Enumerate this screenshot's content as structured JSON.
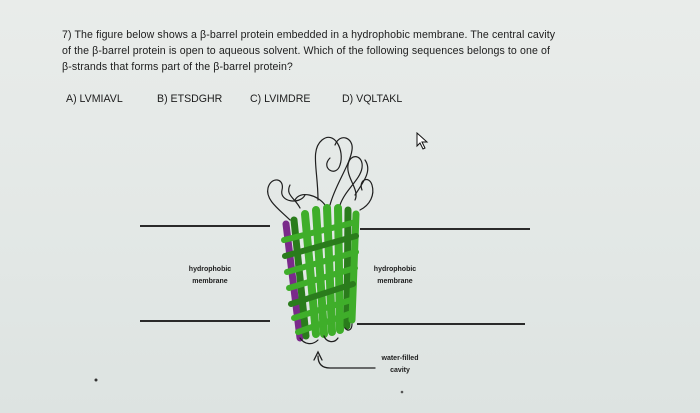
{
  "question": {
    "lines": [
      "7) The figure below shows a β-barrel protein embedded in a hydrophobic membrane. The central cavity",
      "of the β-barrel protein is open to aqueous solvent. Which of the following sequences belongs to one of",
      "β-strands that forms part of the β-barrel protein?"
    ]
  },
  "options": [
    {
      "label": "A) LVMIAVL"
    },
    {
      "label": "B) ETSDGHR"
    },
    {
      "label": "C) LVIMDRE"
    },
    {
      "label": "D) VQLTAKL"
    }
  ],
  "figure": {
    "left_label": {
      "line1": "hydrophobic",
      "line2": "membrane"
    },
    "right_label": {
      "line1": "hydrophobic",
      "line2": "membrane"
    },
    "cavity_label": {
      "line1": "water-filled",
      "line2": "cavity"
    }
  },
  "colors": {
    "strand": "#3fae2a",
    "strand_dark": "#2a7c1c",
    "loop": "#1f1f1f",
    "purple": "#7a2a8a"
  }
}
